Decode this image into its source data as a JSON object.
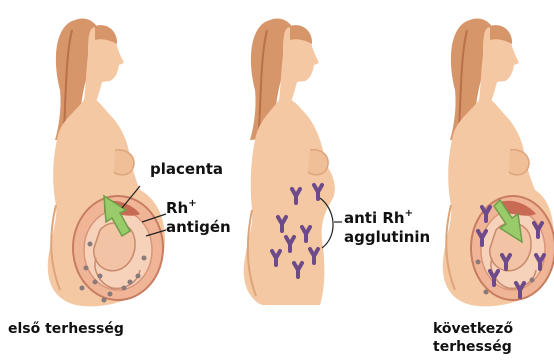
{
  "labels": {
    "placenta": "placenta",
    "rh": "Rh",
    "rh_sup": "+",
    "antigen": "antigén",
    "anti_rh": "anti Rh",
    "anti_rh_sup": "+",
    "agglutinin": "agglutinin",
    "first_pregnancy": "első terhesség",
    "next_pregnancy_line1": "következő",
    "next_pregnancy_line2": "terhesség"
  },
  "colors": {
    "skin": "#f3c8a2",
    "skin_shadow": "#dea47c",
    "hair": "#d7956a",
    "hair_dark": "#b8714a",
    "uterus": "#f0b597",
    "placenta": "#c96a55",
    "arrow": "#9acb6a",
    "antibody": "#6d4a8a",
    "antigen_dot": "#8a7a7a"
  },
  "icons": [
    "green-transfer-arrow",
    "antibody-molecule-icon"
  ]
}
